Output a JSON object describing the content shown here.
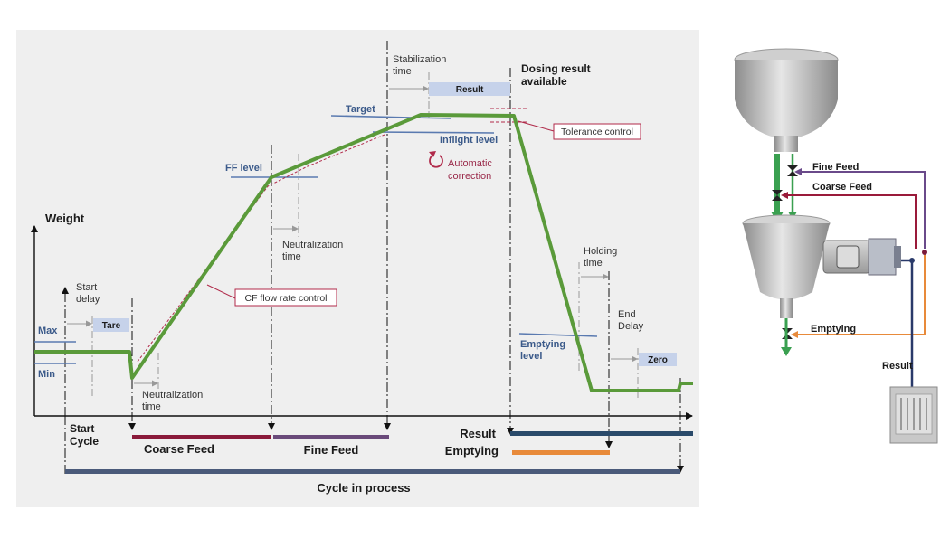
{
  "colors": {
    "panel_bg": "#efefef",
    "weight_curve": "#5a9a3a",
    "coarse_feed": "#8a1a3a",
    "fine_feed": "#6a4a7a",
    "result_bar": "#2a4a6a",
    "emptying_bar": "#e88a3a",
    "cycle_bar": "#4a5a7a",
    "tag_fill": "#c6d2ea",
    "level_line": "#5a7ab0",
    "tolerance_red": "#b02a4a"
  },
  "axis": {
    "y_label": "Weight"
  },
  "levels": {
    "max": "Max",
    "min": "Min",
    "ff_level": "FF level",
    "target": "Target",
    "inflight": "Inflight level",
    "emptying_line1": "Emptying",
    "emptying_line2": "level"
  },
  "timings": {
    "start_delay_line1": "Start",
    "start_delay_line2": "delay",
    "neutralization_a_line1": "Neutralization",
    "neutralization_a_line2": "time",
    "neutralization_b_line1": "Neutralization",
    "neutralization_b_line2": "time",
    "stabilization_line1": "Stabilization",
    "stabilization_line2": "time",
    "holding_line1": "Holding",
    "holding_line2": "time",
    "end_delay_line1": "End",
    "end_delay_line2": "Delay"
  },
  "tags": {
    "tare": "Tare",
    "result": "Result",
    "zero": "Zero"
  },
  "annotations": {
    "dosing_line1": "Dosing result",
    "dosing_line2": "available",
    "tolerance_control": "Tolerance control",
    "auto_correction_line1": "Automatic",
    "auto_correction_line2": "correction",
    "cf_flow_rate": "CF flow rate control"
  },
  "phases": {
    "start_line1": "Start",
    "start_line2": "Cycle",
    "coarse_feed": "Coarse Feed",
    "fine_feed": "Fine Feed",
    "result": "Result",
    "emptying": "Emptying",
    "cycle_in_process": "Cycle in process"
  },
  "schematic": {
    "fine_feed": "Fine Feed",
    "coarse_feed": "Coarse Feed",
    "emptying": "Emptying",
    "result": "Result"
  }
}
